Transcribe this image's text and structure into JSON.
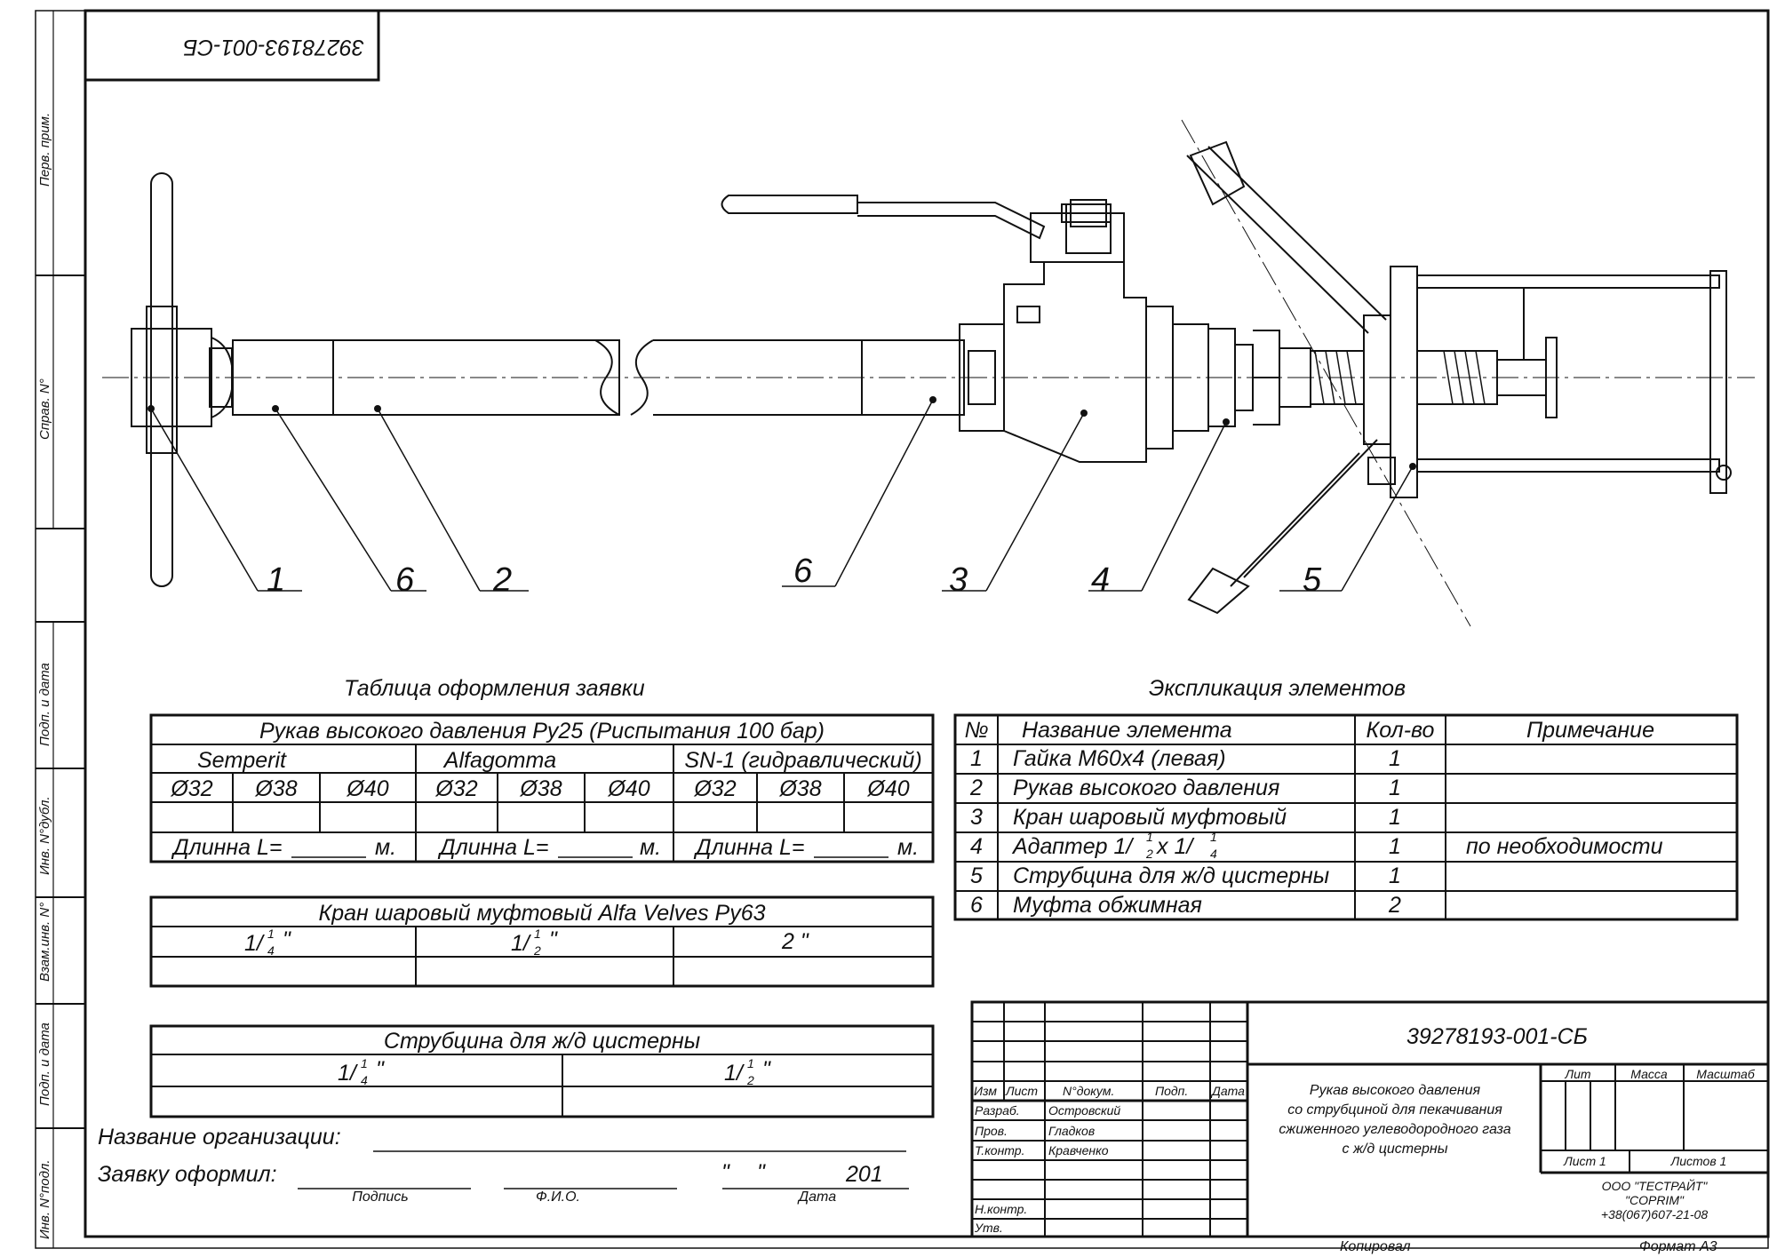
{
  "sheet": {
    "doc_number_rotated": "39278193-001-СБ",
    "side_labels": [
      "Перв. прим.",
      "Справ. N°",
      "Подп. и дата",
      "Инв. N°дубл.",
      "Взам.инв. N°",
      "Подп. и дата",
      "Инв. N°подл."
    ]
  },
  "callouts": [
    "1",
    "6",
    "2",
    "6",
    "3",
    "4",
    "5"
  ],
  "order_table": {
    "caption": "Таблица оформления заявки",
    "hose_title": "Рукав высокого давления Ру25 (Риспытания 100 бар)",
    "brands": [
      "Semperit",
      "Alfagomma",
      "SN-1 (гидравлический)"
    ],
    "diameters": [
      "Ø32",
      "Ø38",
      "Ø40",
      "Ø32",
      "Ø38",
      "Ø40",
      "Ø32",
      "Ø38",
      "Ø40"
    ],
    "length_label": "Длинна L=",
    "length_unit": "м.",
    "valve_title": "Кран шаровый муфтовый Alfa Velves Ру63",
    "valve_sizes": [
      "1/",
      "1/",
      "2 \""
    ],
    "clamp_title": "Струбцина для ж/д цистерны",
    "clamp_sizes": [
      "1/",
      "1/"
    ],
    "fractions": {
      "num": "1",
      "quarter": "4",
      "half": "2",
      "inch": "\""
    }
  },
  "order_form": {
    "org_label": "Название организации:",
    "issuer_label": "Заявку оформил:",
    "signature_caption": "Подпись",
    "name_caption": "Ф.И.О.",
    "date_caption": "Дата",
    "quote_open": "\"",
    "quote_close": "\"",
    "year_prefix": "201"
  },
  "explication": {
    "caption": "Экспликация элементов",
    "headers": [
      "№",
      "Название элемента",
      "Кол-во",
      "Примечание"
    ],
    "rows": [
      {
        "no": "1",
        "name": "Гайка М60х4 (левая)",
        "qty": "1",
        "note": ""
      },
      {
        "no": "2",
        "name": "Рукав высокого давления",
        "qty": "1",
        "note": ""
      },
      {
        "no": "3",
        "name": "Кран шаровый муфтовый",
        "qty": "1",
        "note": ""
      },
      {
        "no": "4",
        "name": "Адаптер 1/",
        "qty": "1",
        "note": "по необходимости"
      },
      {
        "no": "5",
        "name": "Струбцина для ж/д цистерны",
        "qty": "1",
        "note": ""
      },
      {
        "no": "6",
        "name": "Муфта обжимная",
        "qty": "2",
        "note": ""
      }
    ],
    "adapter_mid": " х 1/"
  },
  "title_block": {
    "doc_number": "39278193-001-СБ",
    "description_lines": [
      "Рукав высокого давления",
      "со струбциной для пекачивания",
      "сжиженного углеводородного газа",
      "с ж/д цистерны"
    ],
    "col_headers": [
      "Изм",
      "Лист",
      "N°докум.",
      "Подп.",
      "Дата"
    ],
    "role_labels": [
      "Разраб.",
      "Пров.",
      "Т.контр.",
      "Н.контр.",
      "Утв."
    ],
    "names": [
      "Островский",
      "Гладков",
      "Кравченко"
    ],
    "lit_label": "Лит",
    "mass_label": "Масса",
    "scale_label": "Масштаб",
    "sheet_label": "Лист 1",
    "sheets_label": "Листов 1",
    "company_lines": [
      "ООО \"ТЕСТРАЙТ\"",
      "\"COPRIM\"",
      "+38(067)607-21-08"
    ],
    "copied_label": "Копировал",
    "format_label": "Формат А3"
  }
}
